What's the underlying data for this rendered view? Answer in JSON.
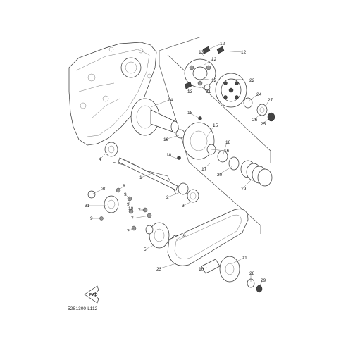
{
  "diagram": {
    "code": "52S1300-L112",
    "fwd_label": "FWD",
    "part_labels": [
      {
        "id": "p12a",
        "text": "12"
      },
      {
        "id": "p13a",
        "text": "13"
      },
      {
        "id": "p12b",
        "text": "12"
      },
      {
        "id": "p12c",
        "text": "12"
      },
      {
        "id": "p12d",
        "text": "12"
      },
      {
        "id": "p13b",
        "text": "13"
      },
      {
        "id": "p21",
        "text": "21"
      },
      {
        "id": "p22",
        "text": "22"
      },
      {
        "id": "p24",
        "text": "24"
      },
      {
        "id": "p27",
        "text": "27"
      },
      {
        "id": "p26",
        "text": "26"
      },
      {
        "id": "p25",
        "text": "25"
      },
      {
        "id": "p14",
        "text": "14"
      },
      {
        "id": "p18a",
        "text": "18"
      },
      {
        "id": "p15",
        "text": "15"
      },
      {
        "id": "p16a",
        "text": "16"
      },
      {
        "id": "p18b",
        "text": "18"
      },
      {
        "id": "p16b",
        "text": "16"
      },
      {
        "id": "p18c",
        "text": "18"
      },
      {
        "id": "p17",
        "text": "17"
      },
      {
        "id": "p20",
        "text": "20"
      },
      {
        "id": "p19",
        "text": "19"
      },
      {
        "id": "p4",
        "text": "4"
      },
      {
        "id": "p1",
        "text": "1"
      },
      {
        "id": "p2",
        "text": "2"
      },
      {
        "id": "p3",
        "text": "3"
      },
      {
        "id": "p30",
        "text": "30"
      },
      {
        "id": "p8",
        "text": "8"
      },
      {
        "id": "p9a",
        "text": "9"
      },
      {
        "id": "p31",
        "text": "31"
      },
      {
        "id": "p10",
        "text": "10"
      },
      {
        "id": "p9b",
        "text": "9"
      },
      {
        "id": "p9c",
        "text": "9"
      },
      {
        "id": "p7a",
        "text": "7"
      },
      {
        "id": "p7b",
        "text": "7"
      },
      {
        "id": "p7c",
        "text": "7"
      },
      {
        "id": "p6",
        "text": "6"
      },
      {
        "id": "p5",
        "text": "5"
      },
      {
        "id": "p23",
        "text": "23"
      },
      {
        "id": "p10b",
        "text": "10"
      },
      {
        "id": "p11",
        "text": "11"
      },
      {
        "id": "p28",
        "text": "28"
      },
      {
        "id": "p29",
        "text": "29"
      }
    ]
  }
}
